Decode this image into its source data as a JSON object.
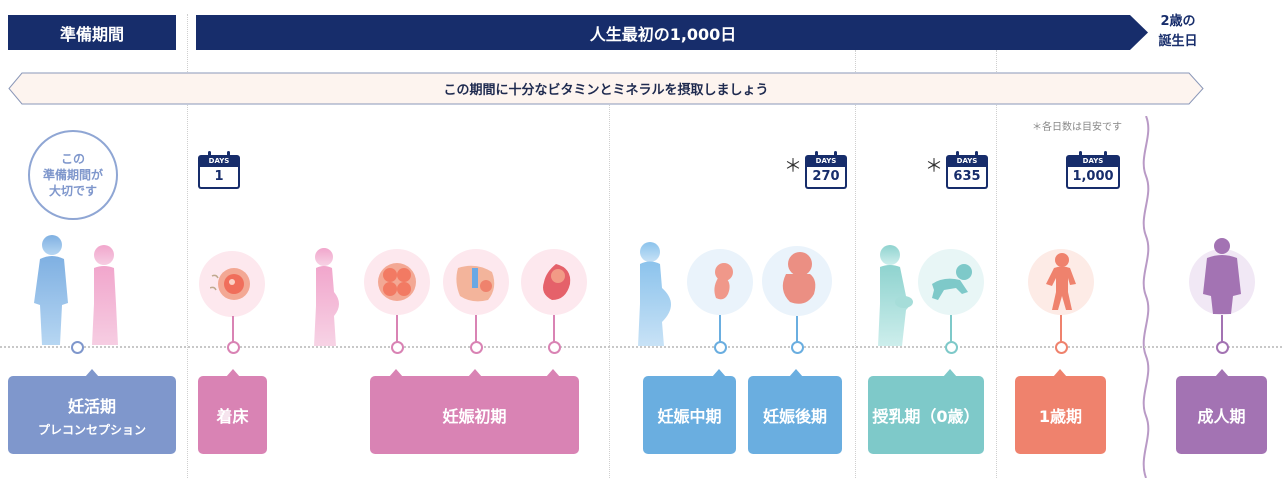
{
  "header": {
    "prep_label": "準備期間",
    "main_label": "人生最初の1,000日",
    "end_label_line1": "2歳の",
    "end_label_line2": "誕生日"
  },
  "banner_text": "この期間に十分なビタミンとミネラルを摂取しましょう",
  "prep_note": {
    "line1": "この",
    "line2": "準備期間が",
    "line3": "大切です"
  },
  "footnote": "＊各日数は目安です",
  "calendars": [
    {
      "top": "DAYS",
      "value": "1",
      "star": ""
    },
    {
      "top": "DAYS",
      "value": "270",
      "star": "＊"
    },
    {
      "top": "DAYS",
      "value": "635",
      "star": "＊"
    },
    {
      "top": "DAYS",
      "value": "1,000",
      "star": ""
    }
  ],
  "stages": [
    {
      "label": "妊活期",
      "sub": "プレコンセプション",
      "color": "#7f97cc"
    },
    {
      "label": "着床",
      "color": "#d983b4"
    },
    {
      "label": "妊娠初期",
      "color": "#d983b4"
    },
    {
      "label": "妊娠中期",
      "color": "#6aaee0"
    },
    {
      "label": "妊娠後期",
      "color": "#6aaee0"
    },
    {
      "label": "授乳期（0歳）",
      "color": "#7ec9c9"
    },
    {
      "label": "1歳期",
      "color": "#ef826d"
    },
    {
      "label": "成人期",
      "color": "#a373b3"
    }
  ],
  "colors": {
    "navy": "#172d6b",
    "pink": "#d983b4",
    "blue": "#6aaee0",
    "teal": "#7ec9c9",
    "coral": "#ef826d",
    "purple": "#a373b3",
    "periwinkle": "#7f97cc",
    "banner_bg": "#fdf4ef"
  },
  "icons": [
    "couple-silhouette-icon",
    "egg-icon",
    "pregnant-woman-icon",
    "cell-cluster-icon",
    "embryo-icon",
    "fetus-icon",
    "baby-crawling-icon",
    "toddler-icon",
    "adult-icon"
  ]
}
